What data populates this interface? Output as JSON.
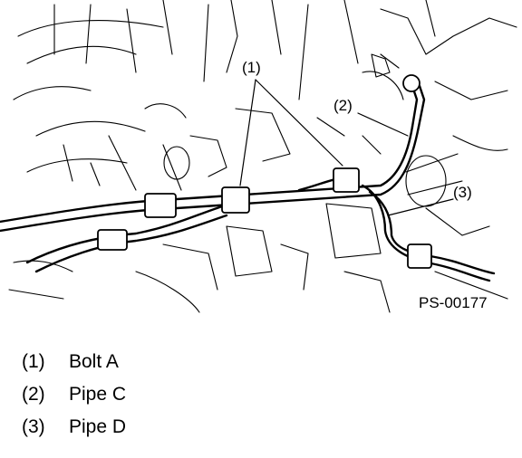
{
  "figure": {
    "id": "PS-00177",
    "callouts": [
      {
        "num": "(1)"
      },
      {
        "num": "(2)"
      },
      {
        "num": "(3)"
      }
    ]
  },
  "legend": [
    {
      "num": "(1)",
      "text": "Bolt A"
    },
    {
      "num": "(2)",
      "text": "Pipe C"
    },
    {
      "num": "(3)",
      "text": "Pipe D"
    }
  ]
}
